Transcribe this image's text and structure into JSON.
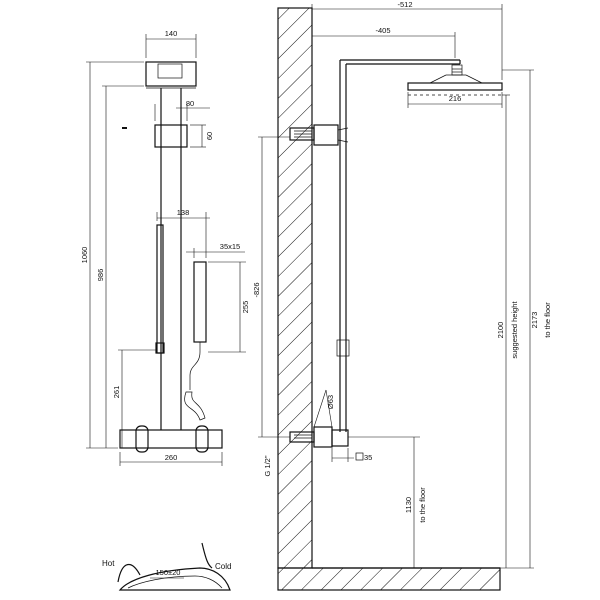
{
  "front_view": {
    "width_head": "140",
    "width_bracket": "80",
    "bracket_height": "60",
    "width_holder": "138",
    "handshower_size": "35x15",
    "handshower_height": "255",
    "total_height": "1060",
    "bar_height": "986",
    "valve_height": "261",
    "valve_width": "260"
  },
  "side_view": {
    "projection_total": "-512",
    "projection_arm": "-405",
    "head_diameter": "216",
    "bar_length": "-826",
    "valve_thread": "G 1/2\"",
    "pipe_diameter": "Ø63",
    "square_size": "35",
    "floor_valve_height": "1130",
    "floor_valve_label": "to the floor",
    "suggested_height": "2100",
    "suggested_label": "suggested height",
    "floor_total": "2173",
    "floor_total_label": "to the floor"
  },
  "mixer_detail": {
    "hot_label": "Hot",
    "cold_label": "Cold",
    "center_distance": "150±20"
  }
}
